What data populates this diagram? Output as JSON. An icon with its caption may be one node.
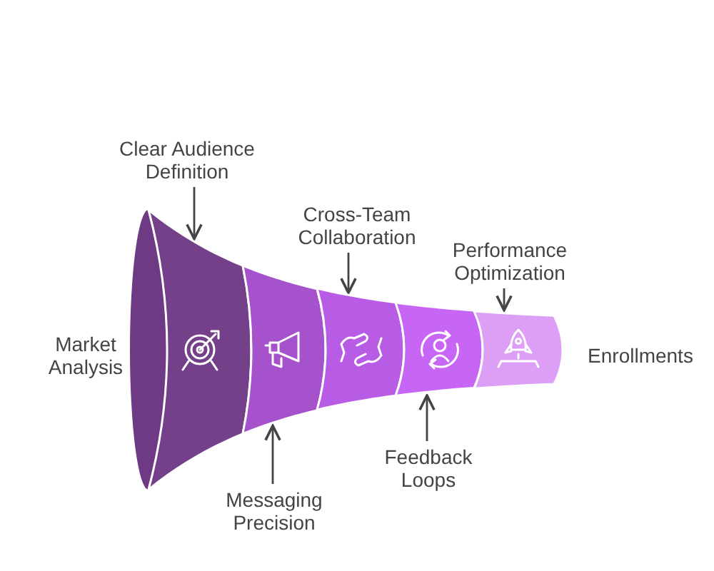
{
  "diagram": {
    "nodes": [
      {
        "text": [
          "Clear Audience Definition"
        ]
      },
      {
        "text": [
          "Cross-Team Collaboration"
        ]
      },
      {
        "text": [
          "Performance Optimization"
        ]
      },
      {
        "text": [
          "Messaging Precision"
        ]
      },
      {
        "text": [
          "Feedback Loops"
        ]
      },
      {
        "text": [],
        "shape": "band",
        "beside": [
          "Market Analysis"
        ]
      },
      {
        "text": [],
        "shape": "band"
      },
      {
        "text": [],
        "shape": "band"
      },
      {
        "text": [],
        "shape": "band"
      },
      {
        "text": [],
        "shape": "band",
        "beside": [
          "Enrollments"
        ]
      }
    ],
    "edges": [
      {
        "from": 0,
        "to": 5,
        "arrow": "to"
      },
      {
        "from": 1,
        "to": 7,
        "arrow": "to"
      },
      {
        "from": 2,
        "to": 9,
        "arrow": "to"
      },
      {
        "from": 3,
        "to": 6,
        "arrow": "to"
      },
      {
        "from": 4,
        "to": 8,
        "arrow": "to"
      }
    ]
  }
}
